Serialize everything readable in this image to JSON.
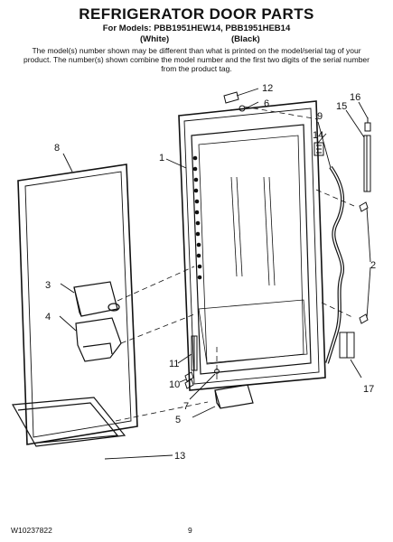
{
  "header": {
    "title": "REFRIGERATOR DOOR PARTS",
    "models": "For Models: PBB1951HEW14, PBB1951HEB14",
    "variant_white": "(White)",
    "variant_black": "(Black)",
    "note": "The model(s) number shown may be different than what is printed on the model/serial tag of your product. The number(s) shown combine the model number and the first two digits of the serial number from the product tag."
  },
  "callouts": [
    "1",
    "2",
    "3",
    "4",
    "5",
    "6",
    "7",
    "8",
    "9",
    "10",
    "11",
    "12",
    "13",
    "14",
    "15",
    "16",
    "17"
  ],
  "footer": {
    "doc_number": "W10237822",
    "page": "9"
  }
}
